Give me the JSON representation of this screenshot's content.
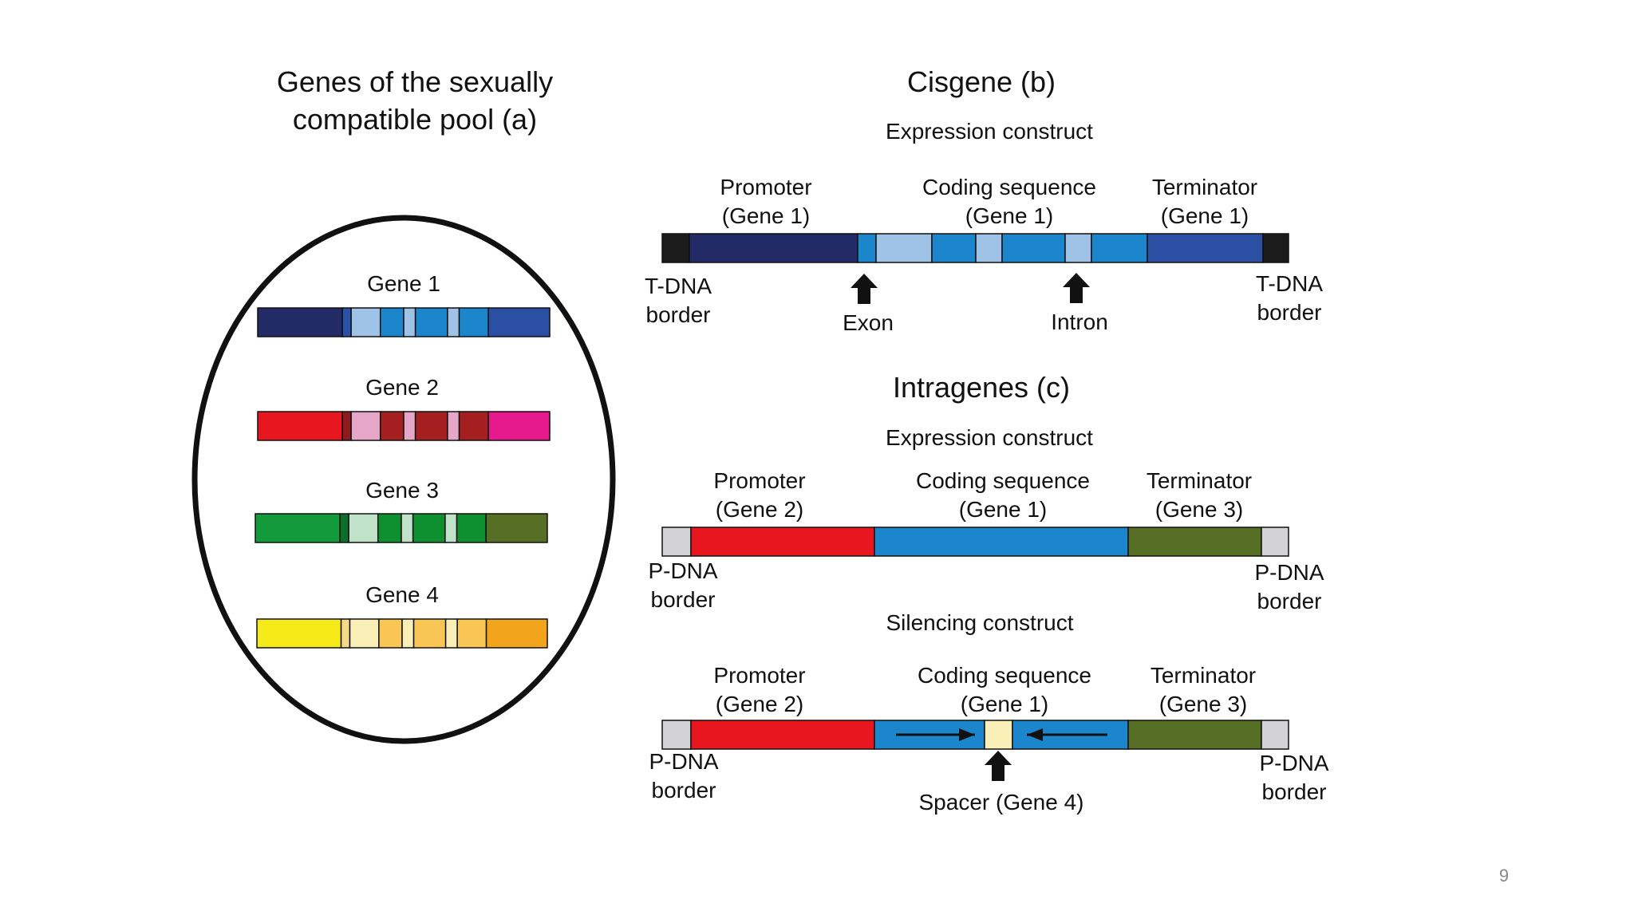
{
  "panel_a": {
    "title_line1": "Genes of the sexually",
    "title_line2": "compatible pool (a)",
    "genes": [
      {
        "label": "Gene 1",
        "colors": [
          "#222b66",
          "#2a52a8",
          "#9ec3e6",
          "#1b86cc",
          "#2a4fa3"
        ]
      },
      {
        "label": "Gene 2",
        "colors": [
          "#e8161e",
          "#8e1a1e",
          "#e6a6c8",
          "#a41f1f",
          "#e6198c"
        ]
      },
      {
        "label": "Gene 3",
        "colors": [
          "#139a3a",
          "#0b6e2a",
          "#bfe2c9",
          "#0f9030",
          "#566f24"
        ]
      },
      {
        "label": "Gene 4",
        "colors": [
          "#f6ea18",
          "#f7d98a",
          "#fbefb8",
          "#f9c656",
          "#f2a51c"
        ]
      }
    ]
  },
  "panel_b": {
    "title": "Cisgene (b)",
    "subtitle": "Expression construct",
    "promoter_line1": "Promoter",
    "promoter_line2": "(Gene 1)",
    "coding_line1": "Coding sequence",
    "coding_line2": "(Gene 1)",
    "terminator_line1": "Terminator",
    "terminator_line2": "(Gene 1)",
    "left_border_line1": "T-DNA",
    "left_border_line2": "border",
    "right_border_line1": "T-DNA",
    "right_border_line2": "border",
    "exon_label": "Exon",
    "intron_label": "Intron"
  },
  "panel_c": {
    "title": "Intragenes (c)",
    "expression_subtitle": "Expression construct",
    "expr_promoter_line1": "Promoter",
    "expr_promoter_line2": "(Gene 2)",
    "expr_coding_line1": "Coding sequence",
    "expr_coding_line2": "(Gene 1)",
    "expr_terminator_line1": "Terminator",
    "expr_terminator_line2": "(Gene 3)",
    "expr_left_border_line1": "P-DNA",
    "expr_left_border_line2": "border",
    "expr_right_border_line1": "P-DNA",
    "expr_right_border_line2": "border",
    "silencing_subtitle": "Silencing construct",
    "sil_promoter_line1": "Promoter",
    "sil_promoter_line2": "(Gene 2)",
    "sil_coding_line1": "Coding sequence",
    "sil_coding_line2": "(Gene 1)",
    "sil_terminator_line1": "Terminator",
    "sil_terminator_line2": "(Gene 3)",
    "sil_left_border_line1": "P-DNA",
    "sil_left_border_line2": "border",
    "sil_right_border_line1": "P-DNA",
    "sil_right_border_line2": "border",
    "spacer_label": "Spacer (Gene 4)"
  },
  "colors": {
    "border_dark": "#1b1b1b",
    "border_grey": "#d3d3d5",
    "dark_blue": "#222b66",
    "mid_blue": "#2a4fa3",
    "blue": "#1b86cc",
    "light_blue": "#9ec3e6",
    "red": "#e8161e",
    "olive": "#566f24",
    "spacer_yellow": "#fbefb8"
  },
  "page_number": "9"
}
